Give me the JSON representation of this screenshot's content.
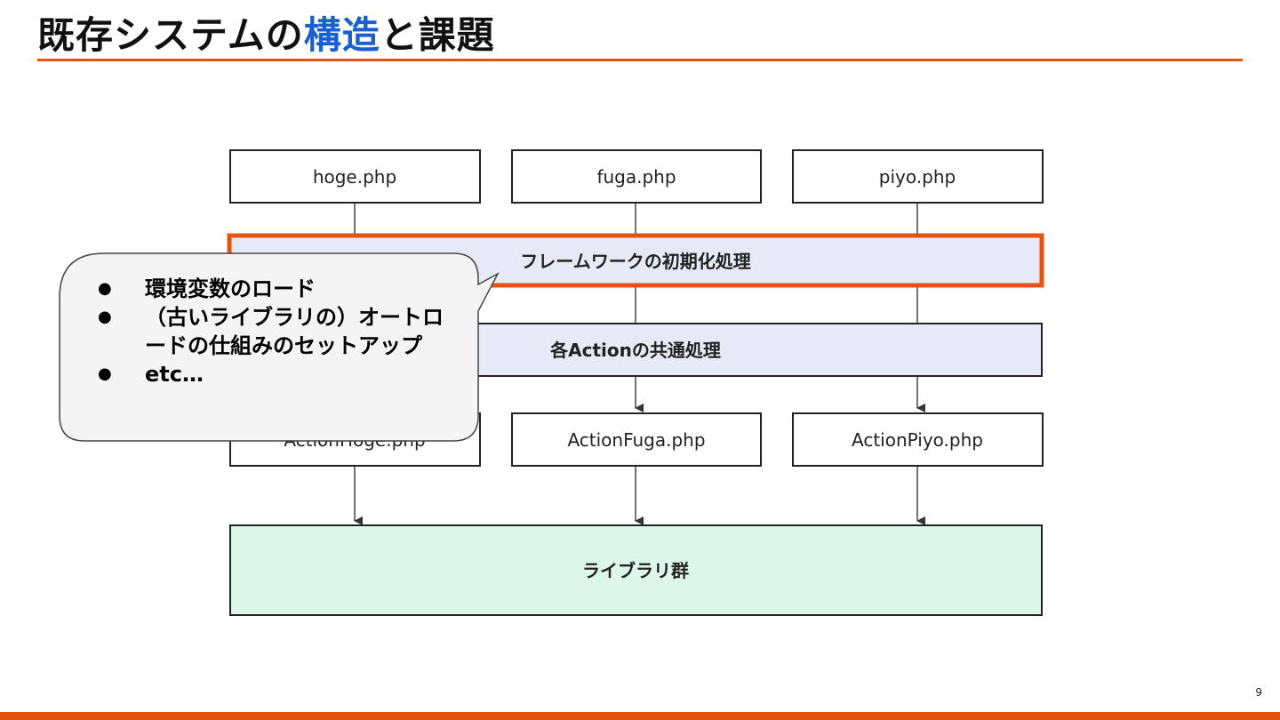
{
  "slide": {
    "title_prefix": "既存システムの",
    "title_accent": "構造",
    "title_suffix": "と課題",
    "page_number": "9"
  },
  "diagram": {
    "top_files": [
      "hoge.php",
      "fuga.php",
      "piyo.php"
    ],
    "framework_init": "フレームワークの初期化処理",
    "common_process": "各Actionの共通処理",
    "action_files": [
      "ActionHoge.php",
      "ActionFuga.php",
      "ActionPiyo.php"
    ],
    "library": "ライブラリ群",
    "colors": {
      "highlight_border": "#e55312",
      "process_fill": "#e8e9f6",
      "library_fill": "#dcf7e9",
      "accent_blue": "#1a5fd0"
    }
  },
  "callout": {
    "items": [
      "環境変数のロード",
      "（古いライブラリの）オートロードの仕組みのセットアップ",
      "etc…"
    ]
  }
}
